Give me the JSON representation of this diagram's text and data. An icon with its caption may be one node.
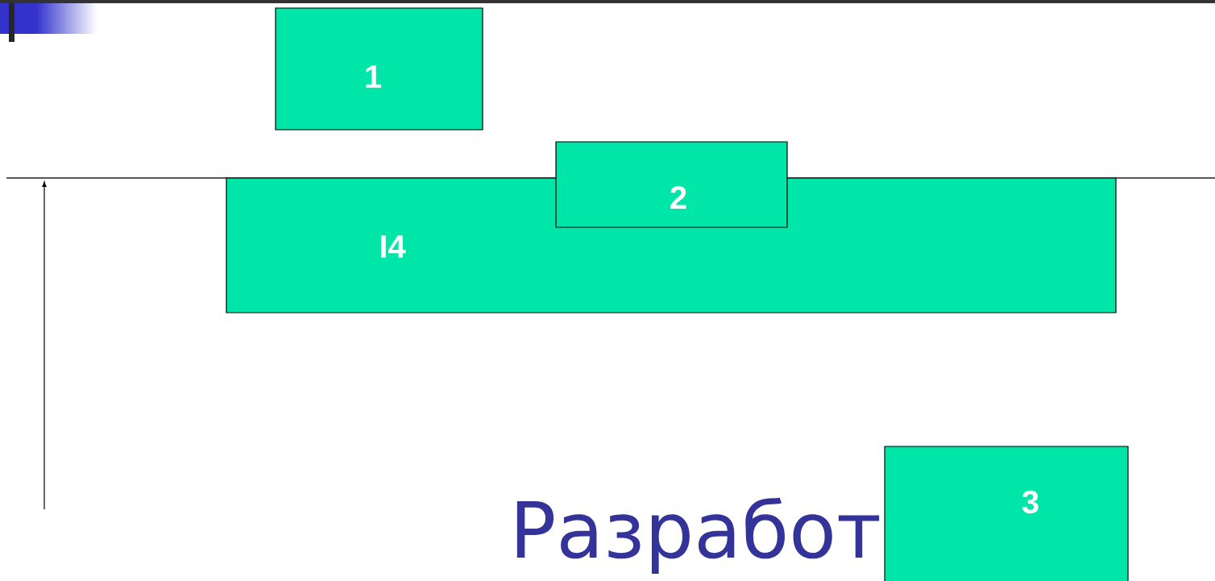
{
  "diagram": {
    "nodes": [
      {
        "text": [
          "1"
        ]
      },
      {
        "text": [
          "2"
        ]
      },
      {
        "text": [
          "I4"
        ]
      },
      {
        "text": [
          "3"
        ]
      }
    ],
    "labels": [
      "Разработ"
    ]
  }
}
